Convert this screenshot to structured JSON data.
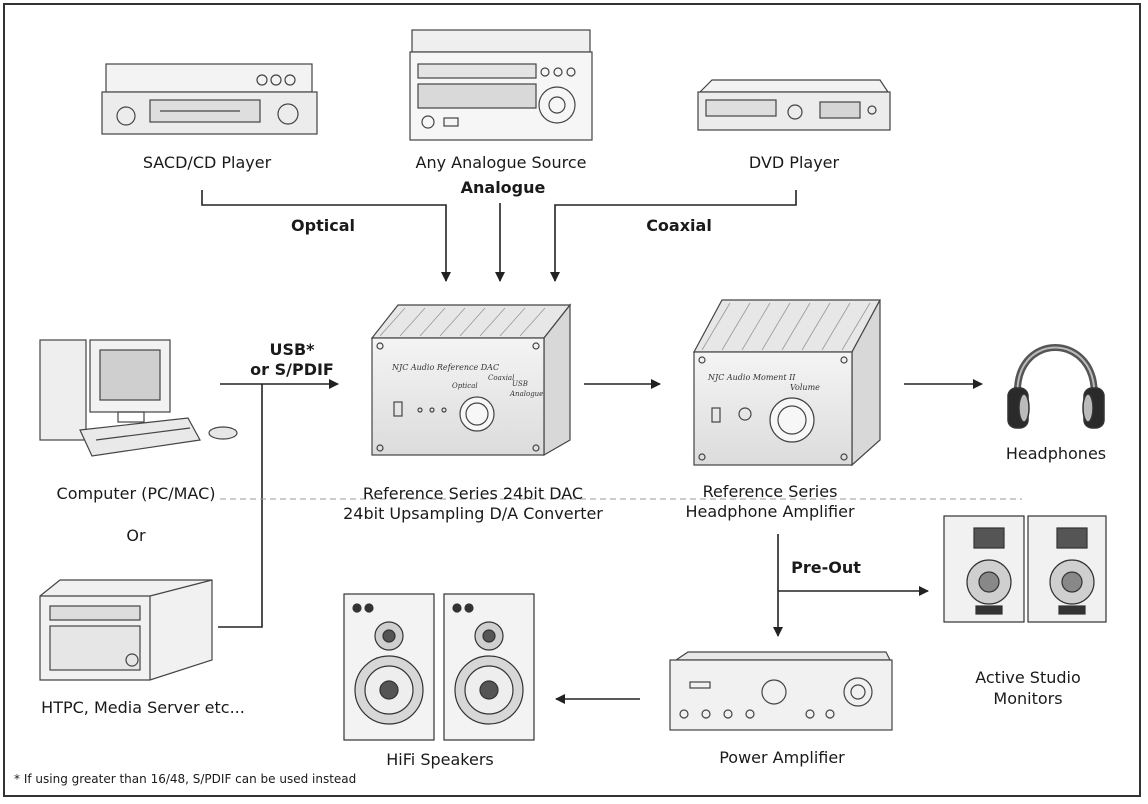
{
  "sources": {
    "sacd": "SACD/CD Player",
    "analogue": "Any Analogue Source",
    "dvd": "DVD Player"
  },
  "connections": {
    "analogue": "Analogue",
    "optical": "Optical",
    "coaxial": "Coaxial",
    "usb_line1": "USB*",
    "usb_line2": "or S/PDIF",
    "pre_out": "Pre-Out"
  },
  "computers": {
    "pc": "Computer (PC/MAC)",
    "or": "Or",
    "htpc": "HTPC, Media Server etc..."
  },
  "dac": {
    "line1": "Reference Series 24bit DAC",
    "line2": "24bit Upsampling D/A Converter",
    "face_brand": "NJC Audio Reference DAC",
    "face_labels": [
      "Optical",
      "Coaxial",
      "USB",
      "Analogue"
    ]
  },
  "headamp": {
    "line1": "Reference Series",
    "line2": "Headphone Amplifier",
    "face_brand": "NJC Audio Moment II",
    "face_volume": "Volume"
  },
  "outputs": {
    "headphones": "Headphones",
    "monitors_line1": "Active Studio",
    "monitors_line2": "Monitors",
    "power_amp": "Power Amplifier",
    "hifi": "HiFi Speakers"
  },
  "footnote": "* If using greater than 16/48, S/PDIF can be used instead"
}
